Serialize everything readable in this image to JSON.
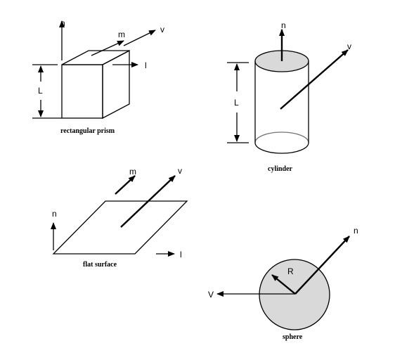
{
  "prism": {
    "caption": "rectangular prism",
    "n": "n",
    "m": "m",
    "v": "v",
    "l": "l",
    "L": "L"
  },
  "cylinder": {
    "caption": "cylinder",
    "n": "n",
    "v": "v",
    "L": "L"
  },
  "flat": {
    "caption": "flat surface",
    "n": "n",
    "m": "m",
    "v": "v",
    "l": "l"
  },
  "sphere": {
    "caption": "sphere",
    "n": "n",
    "R": "R",
    "V": "V"
  },
  "colors": {
    "ink": "#000000",
    "shade": "#d9d9d9"
  }
}
